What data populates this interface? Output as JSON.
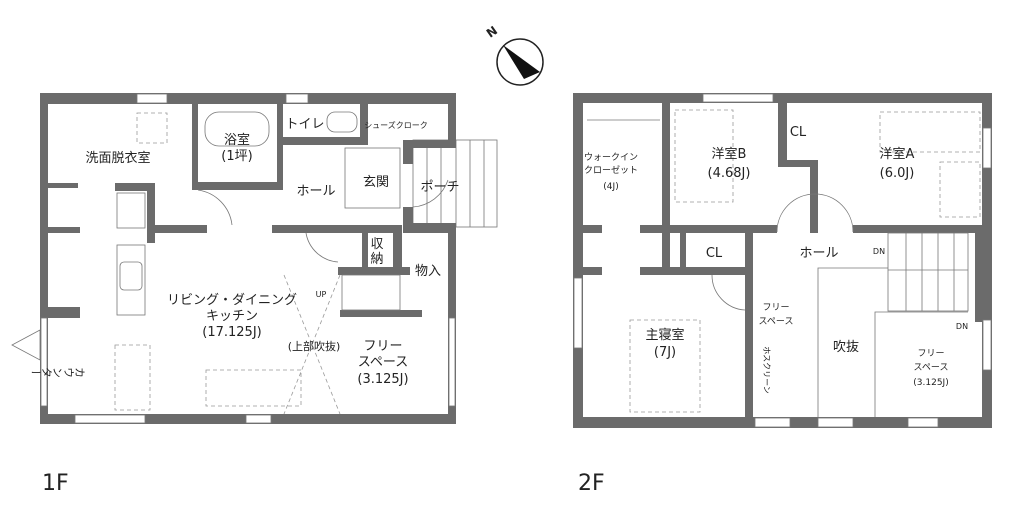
{
  "compass": {
    "north_label": "N"
  },
  "floor1": {
    "label": "1F",
    "rooms": {
      "washroom": "洗面脱衣室",
      "bath": "浴室",
      "bath_size": "(1坪)",
      "toilet": "トイレ",
      "shoe_cloak": "シューズクローク",
      "hall": "ホール",
      "entrance": "玄関",
      "porch": "ポーチ",
      "storage_1": "収",
      "storage_2": "納",
      "closet": "物入",
      "up": "UP",
      "ldk_1": "リビング・ダイニング",
      "ldk_2": "キッチン",
      "ldk_size": "(17.125J)",
      "void_above": "(上部吹抜)",
      "free_1": "フリー",
      "free_2": "スペース",
      "free_size": "(3.125J)",
      "counter": "カウンター"
    }
  },
  "floor2": {
    "label": "2F",
    "rooms": {
      "wic_1": "ウォークイン",
      "wic_2": "クローゼット",
      "wic_size": "(4J)",
      "room_b": "洋室B",
      "room_b_size": "(4.68J)",
      "cl_upper": "CL",
      "room_a": "洋室A",
      "room_a_size": "(6.0J)",
      "cl_lower": "CL",
      "hall": "ホール",
      "dn_1": "DN",
      "dn_2": "DN",
      "master": "主寝室",
      "master_size": "(7J)",
      "free_left_1": "フリー",
      "free_left_2": "スペース",
      "hoscreen": "ホスクリーン",
      "void": "吹抜",
      "free_right_1": "フリー",
      "free_right_2": "スペース",
      "free_right_size": "(3.125J)"
    }
  }
}
